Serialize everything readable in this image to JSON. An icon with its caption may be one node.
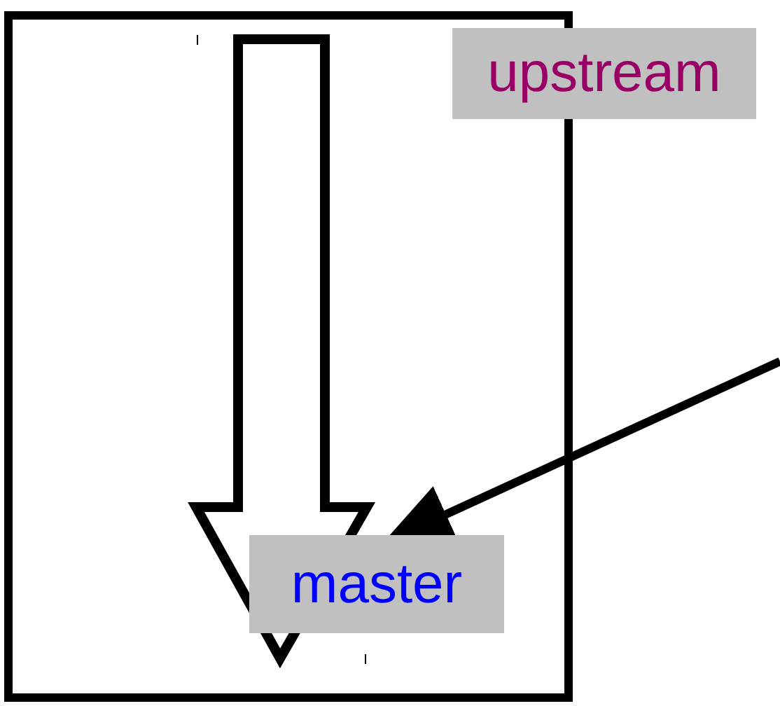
{
  "diagram": {
    "nodes": [
      {
        "text": [],
        "shape": "box"
      },
      {
        "text": [
          "upstream"
        ]
      },
      {
        "text": [
          "master"
        ],
        "in": 0
      }
    ],
    "edges": [
      {
        "from": null,
        "to": 2,
        "arrow": "to"
      }
    ]
  }
}
